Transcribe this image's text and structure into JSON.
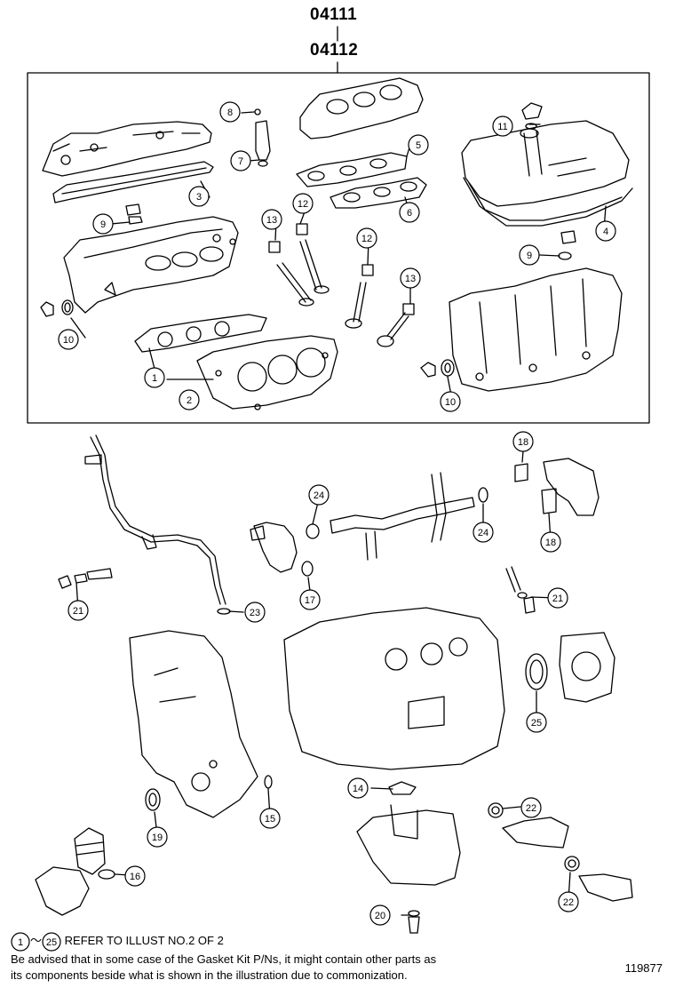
{
  "header": {
    "part_number_top": "04111",
    "part_number_bottom": "04112"
  },
  "callouts": [
    {
      "id": "c1",
      "label": "1"
    },
    {
      "id": "c2",
      "label": "2"
    },
    {
      "id": "c3",
      "label": "3"
    },
    {
      "id": "c4",
      "label": "4"
    },
    {
      "id": "c5",
      "label": "5"
    },
    {
      "id": "c6",
      "label": "6"
    },
    {
      "id": "c7",
      "label": "7"
    },
    {
      "id": "c8",
      "label": "8"
    },
    {
      "id": "c9a",
      "label": "9"
    },
    {
      "id": "c9b",
      "label": "9"
    },
    {
      "id": "c10a",
      "label": "10"
    },
    {
      "id": "c10b",
      "label": "10"
    },
    {
      "id": "c11",
      "label": "11"
    },
    {
      "id": "c12a",
      "label": "12"
    },
    {
      "id": "c12b",
      "label": "12"
    },
    {
      "id": "c13a",
      "label": "13"
    },
    {
      "id": "c13b",
      "label": "13"
    },
    {
      "id": "c14",
      "label": "14"
    },
    {
      "id": "c15",
      "label": "15"
    },
    {
      "id": "c16",
      "label": "16"
    },
    {
      "id": "c17",
      "label": "17"
    },
    {
      "id": "c18a",
      "label": "18"
    },
    {
      "id": "c18b",
      "label": "18"
    },
    {
      "id": "c19",
      "label": "19"
    },
    {
      "id": "c20",
      "label": "20"
    },
    {
      "id": "c21a",
      "label": "21"
    },
    {
      "id": "c21b",
      "label": "21"
    },
    {
      "id": "c22a",
      "label": "22"
    },
    {
      "id": "c22b",
      "label": "22"
    },
    {
      "id": "c23",
      "label": "23"
    },
    {
      "id": "c24a",
      "label": "24"
    },
    {
      "id": "c24b",
      "label": "24"
    },
    {
      "id": "c25",
      "label": "25"
    }
  ],
  "footer": {
    "range_start": "1",
    "range_sep": "～",
    "range_end": "25",
    "refer_text": "REFER TO ILLUST NO.2 OF 2",
    "advisory_line1": "Be advised that in some case of the Gasket Kit P/Ns,  it might contain other parts as",
    "advisory_line2": "its components beside what is shown in the illustration due to commonization.",
    "illustration_id": "119877"
  }
}
